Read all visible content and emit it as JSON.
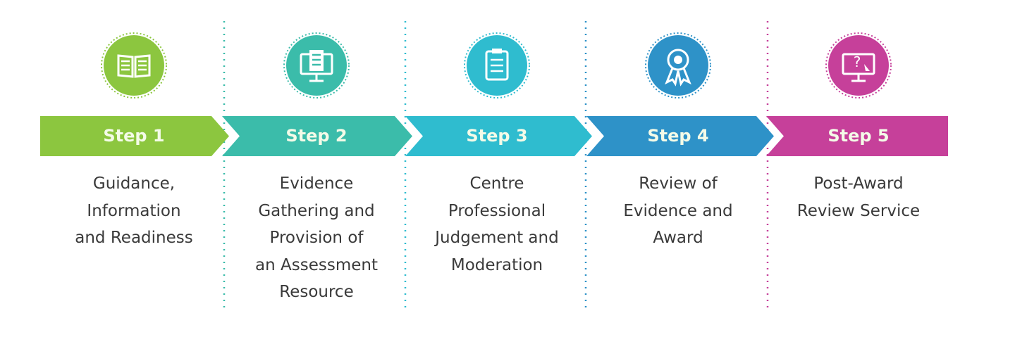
{
  "steps": [
    {
      "label": "Step 1",
      "lines": [
        "Guidance,",
        "Information",
        "and Readiness"
      ],
      "color": "#8cc63f",
      "icon": "open-book-icon"
    },
    {
      "label": "Step 2",
      "lines": [
        "Evidence",
        "Gathering and",
        "Provision of",
        "an Assessment",
        "Resource"
      ],
      "color": "#3bbcaa",
      "icon": "monitor-document-icon"
    },
    {
      "label": "Step 3",
      "lines": [
        "Centre",
        "Professional",
        "Judgement and",
        "Moderation"
      ],
      "color": "#2fbccf",
      "icon": "clipboard-checklist-icon"
    },
    {
      "label": "Step 4",
      "lines": [
        "Review of",
        "Evidence and",
        "Award"
      ],
      "color": "#2e92c8",
      "icon": "award-ribbon-icon"
    },
    {
      "label": "Step 5",
      "lines": [
        "Post-Award",
        "Review Service"
      ],
      "color": "#c6409a",
      "icon": "monitor-help-icon"
    }
  ]
}
